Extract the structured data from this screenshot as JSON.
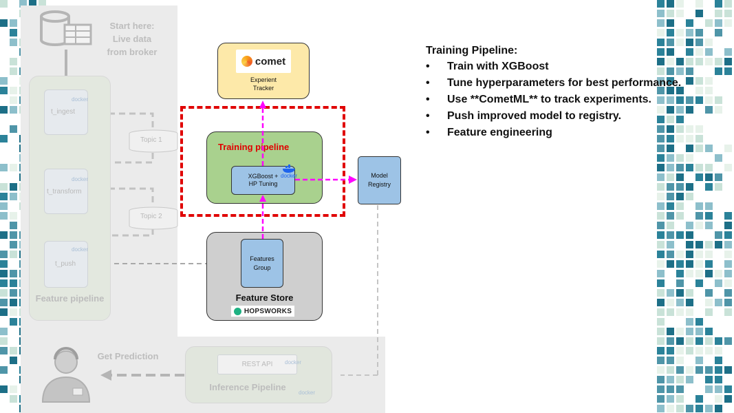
{
  "faded_background": {
    "start_label": "Start here:\nLive data\nfrom broker",
    "feature_pipeline_label": "Feature pipeline",
    "t_ingest": "t_ingest",
    "t_transform": "t_transform",
    "t_push": "t_push",
    "topic_1": "Topic 1",
    "topic_2": "Topic 2",
    "get_prediction": "Get Prediction",
    "rest_api": "REST API",
    "inference_pipeline": "Inference Pipeline",
    "docker_badge": "docker"
  },
  "comet_box": {
    "logo_text": "comet",
    "label": "Experient\nTracker"
  },
  "training_pipeline_box": {
    "title": "Training pipeline",
    "inner_label": "XGBoost +\nHP Tuning",
    "docker_badge": "docker"
  },
  "model_registry": {
    "label": "Model\nRegistry"
  },
  "feature_store": {
    "inner_label": "Features\nGroup",
    "title": "Feature Store",
    "brand": "HOPSWORKS"
  },
  "description": {
    "heading": "Training Pipeline:",
    "bullets": [
      "Train with XGBoost",
      "Tune hyperparameters for best performance.",
      "Use **CometML** to track experiments.",
      "Push improved model to registry.",
      "Feature engineering"
    ]
  },
  "colors": {
    "comet_fill": "#fde9a9",
    "training_fill": "#a9d18e",
    "inner_blue": "#9dc3e6",
    "store_fill": "#cfcfcf",
    "highlight_red": "#e00000",
    "arrow_magenta": "#ff00ff",
    "mosaic_teal": "#1d6f87"
  }
}
